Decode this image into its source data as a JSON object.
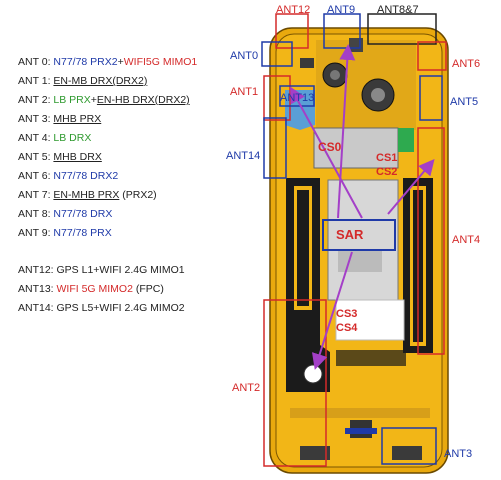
{
  "legend": [
    {
      "id": "l0",
      "parts": [
        {
          "t": "ANT 0:  ",
          "c": "dark"
        },
        {
          "t": "N77/78 PRX2",
          "c": "blue"
        },
        {
          "t": "+",
          "c": "dark"
        },
        {
          "t": "WIFI5G MIMO1",
          "c": "red"
        }
      ]
    },
    {
      "id": "l1",
      "parts": [
        {
          "t": "ANT 1:  ",
          "c": "dark"
        },
        {
          "t": "EN-MB DRX(DRX2)",
          "c": "dark",
          "u": true
        }
      ]
    },
    {
      "id": "l2",
      "parts": [
        {
          "t": "ANT 2:  ",
          "c": "dark"
        },
        {
          "t": "LB PRX",
          "c": "green"
        },
        {
          "t": "+",
          "c": "dark"
        },
        {
          "t": "EN-HB DRX(DRX2)",
          "c": "dark",
          "u": true
        }
      ]
    },
    {
      "id": "l3",
      "parts": [
        {
          "t": "ANT 3:  ",
          "c": "dark"
        },
        {
          "t": "MHB PRX",
          "c": "dark",
          "u": true
        }
      ]
    },
    {
      "id": "l4",
      "parts": [
        {
          "t": "ANT 4:  ",
          "c": "dark"
        },
        {
          "t": "LB DRX",
          "c": "green"
        }
      ]
    },
    {
      "id": "l5",
      "parts": [
        {
          "t": "ANT 5:  ",
          "c": "dark"
        },
        {
          "t": "MHB DRX",
          "c": "dark",
          "u": true
        }
      ]
    },
    {
      "id": "l6",
      "parts": [
        {
          "t": "ANT 6:  ",
          "c": "dark"
        },
        {
          "t": "N77/78 DRX2",
          "c": "blue"
        }
      ]
    },
    {
      "id": "l7",
      "parts": [
        {
          "t": "ANT 7:  ",
          "c": "dark"
        },
        {
          "t": "EN-MHB PRX",
          "c": "dark",
          "u": true
        },
        {
          "t": "  (PRX2)",
          "c": "dark"
        }
      ]
    },
    {
      "id": "l8",
      "parts": [
        {
          "t": "ANT 8:  ",
          "c": "dark"
        },
        {
          "t": "N77/78 DRX",
          "c": "blue"
        }
      ]
    },
    {
      "id": "l9",
      "parts": [
        {
          "t": "ANT 9:  ",
          "c": "dark"
        },
        {
          "t": "N77/78 PRX",
          "c": "blue"
        }
      ]
    },
    {
      "id": "l12",
      "parts": [
        {
          "t": "ANT12:  GPS L1+WIFI 2.4G MIMO1",
          "c": "dark"
        }
      ]
    },
    {
      "id": "l13",
      "parts": [
        {
          "t": "ANT13:  ",
          "c": "dark"
        },
        {
          "t": "WIFI 5G MIMO2",
          "c": "red"
        },
        {
          "t": "  (FPC)",
          "c": "dark"
        }
      ]
    },
    {
      "id": "l14",
      "parts": [
        {
          "t": "ANT14:  GPS L5+WIFI 2.4G MIMO2",
          "c": "dark"
        }
      ]
    }
  ],
  "antennas": {
    "ant12": "ANT12",
    "ant9": "ANT9",
    "ant87": "ANT8&7",
    "ant0": "ANT0",
    "ant6": "ANT6",
    "ant1": "ANT1",
    "ant13": "ANT13",
    "ant5": "ANT5",
    "ant14": "ANT14",
    "ant4": "ANT4",
    "ant2": "ANT2",
    "ant3": "ANT3"
  },
  "sensors": {
    "cs0": "CS0",
    "cs1": "CS1",
    "cs2": "CS2",
    "sar": "SAR",
    "cs3": "CS3",
    "cs4": "CS4"
  },
  "colors": {
    "red": "#d42a2a",
    "blue": "#1f3aa8",
    "green": "#2f9a2f",
    "board": "#f2b617",
    "purple": "#a43fc8"
  }
}
